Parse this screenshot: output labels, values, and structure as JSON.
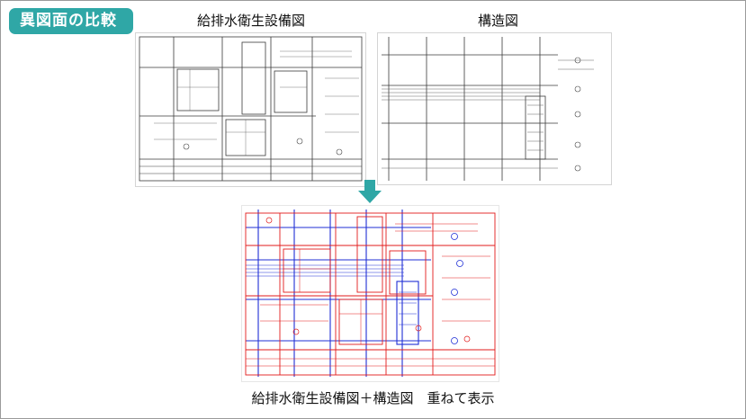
{
  "slide": {
    "badge": "異図面の比較",
    "left_title": "給排水衛生設備図",
    "right_title": "構造図",
    "caption": "給排水衛生設備図＋構造図　重ねて表示"
  },
  "icons": {
    "down_arrow": "arrow-down-icon"
  },
  "colors": {
    "badge_bg": "#2fa7a6",
    "arrow": "#2fa7a6",
    "plumbing_overlay": "#e21b1b",
    "structural_overlay": "#1f2fd6",
    "drawing_lines": "#3a3a3a"
  }
}
